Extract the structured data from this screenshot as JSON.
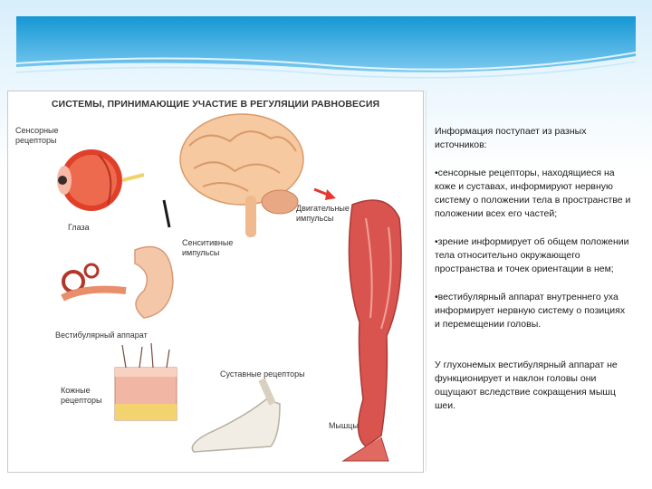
{
  "diagram": {
    "title": "СИСТЕМЫ, ПРИНИМАЮЩИЕ УЧАСТИЕ В РЕГУЛЯЦИИ РАВНОВЕСИЯ",
    "labels": {
      "sensory_receptors": "Сенсорные\nрецепторы",
      "eyes": "Глаза",
      "motor_impulses": "Двигательные\nимпульсы",
      "sensitive_impulses": "Сенситивные\nимпульсы",
      "vestibular": "Вестибулярный аппарат",
      "skin_receptors": "Кожные\nрецепторы",
      "joint_receptors": "Суставные рецепторы",
      "muscles": "Мышцы"
    }
  },
  "info": {
    "intro": "Информация поступает из разных источников:",
    "item1": "•сенсорные рецепторы, находящиеся на коже и суставах, информируют нервную систему о положении тела в пространстве и положении всех его частей;",
    "item2": "•зрение информирует об общем положении тела относительно окружающего пространства и точек ориентации в нем;",
    "item3": "•вестибулярный аппарат внутреннего уха информирует нервную систему о позициях и перемещении головы.",
    "note": "У глухонемых вестибулярный аппарат не функционирует и наклон головы они ощущают вследствие сокращения мышц шеи."
  },
  "colors": {
    "banner_top": "#1aa0dc",
    "banner_bottom": "#8fd0f0",
    "eye": "#e0402a",
    "brain": "#f6c9a0",
    "muscle": "#d9534f",
    "bone": "#f2ede4"
  }
}
